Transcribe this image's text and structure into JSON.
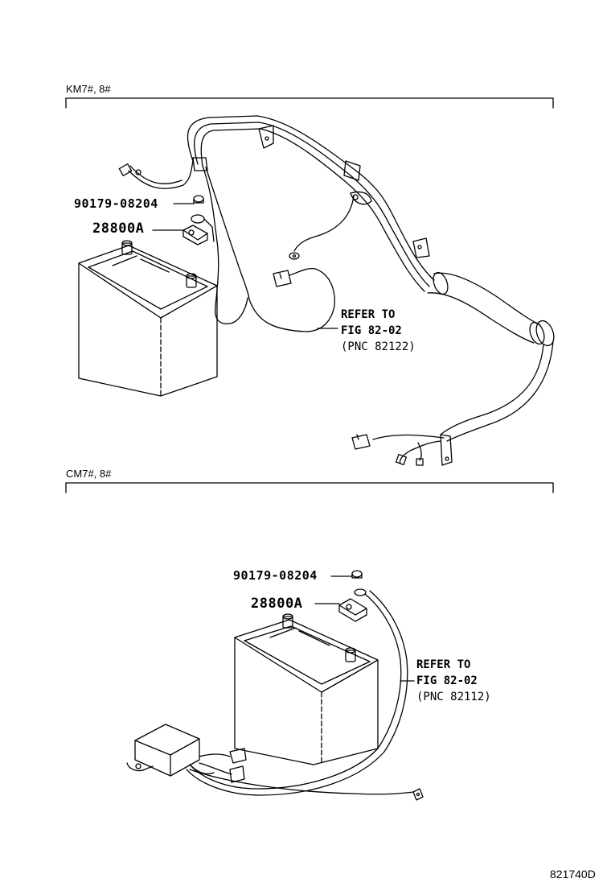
{
  "sections": [
    {
      "label": "KM7#, 8#",
      "nut_part": "90179-08204",
      "clamp_part": "28800A",
      "refer": {
        "line1": "REFER TO",
        "line2": "FIG 82-02",
        "pnc": "(PNC 82122)"
      }
    },
    {
      "label": "CM7#, 8#",
      "nut_part": "90179-08204",
      "clamp_part": "28800A",
      "refer": {
        "line1": "REFER TO",
        "line2": "FIG 82-02",
        "pnc": "(PNC 82112)"
      }
    }
  ],
  "figure_id": "821740D"
}
